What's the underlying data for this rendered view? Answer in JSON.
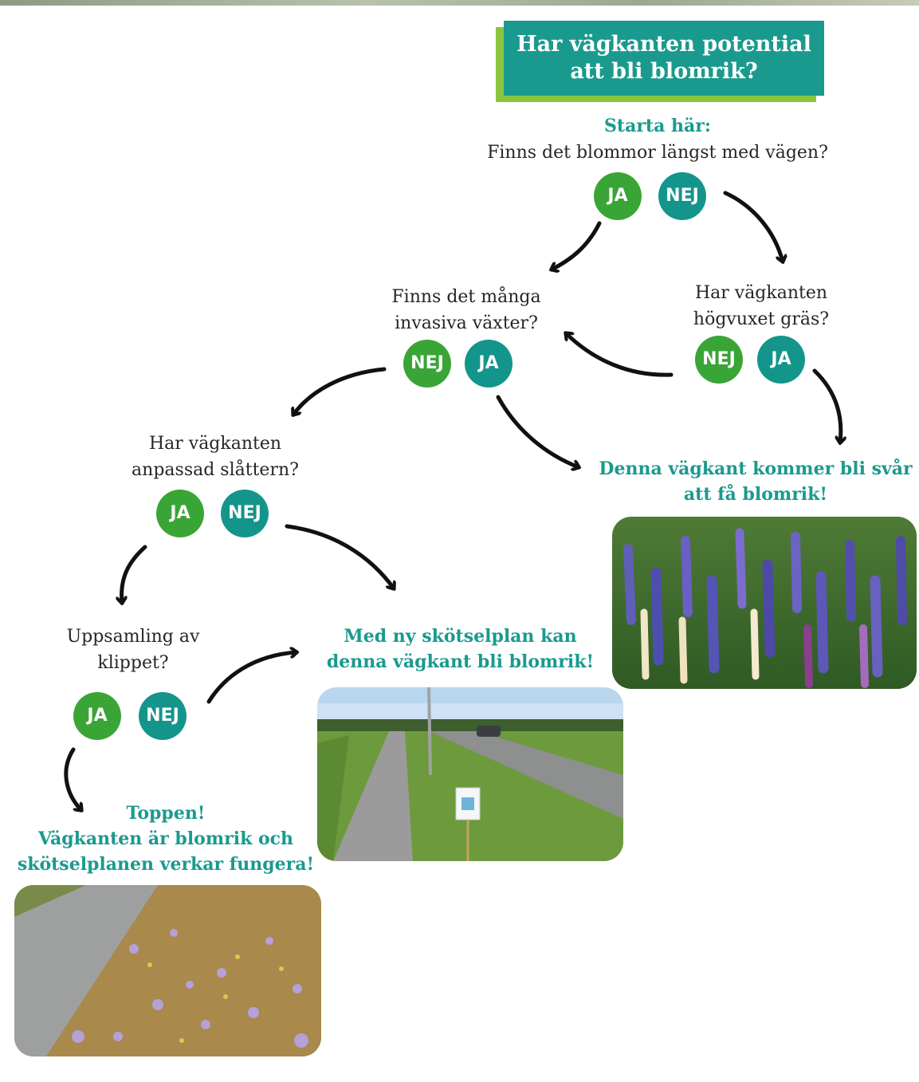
{
  "title": {
    "line1": "Har vägkanten potential",
    "line2": "att bli blomrik?"
  },
  "start": {
    "label": "Starta här:",
    "question": "Finns det blommor längst med vägen?",
    "yes": "JA",
    "no": "NEJ"
  },
  "invasive": {
    "line1": "Finns det många",
    "line2": "invasiva växter?",
    "no": "NEJ",
    "yes": "JA"
  },
  "tallgrass": {
    "line1": "Har vägkanten",
    "line2": "högvuxet gräs?",
    "no": "NEJ",
    "yes": "JA"
  },
  "mowing": {
    "line1": "Har vägkanten",
    "line2": "anpassad slåttern?",
    "yes": "JA",
    "no": "NEJ"
  },
  "collection": {
    "line1": "Uppsamling av",
    "line2": "klippet?",
    "yes": "JA",
    "no": "NEJ"
  },
  "results": {
    "hard": {
      "line1": "Denna vägkant kommer bli svår",
      "line2": "att få blomrik!"
    },
    "newplan": {
      "line1": "Med ny skötselplan kan",
      "line2": "denna vägkant bli blomrik!"
    },
    "great": {
      "line1": "Toppen!",
      "line2": "Vägkanten är blomrik och",
      "line3": "skötselplanen verkar fungera!"
    }
  },
  "colors": {
    "teal": "#1a9a8e",
    "green": "#3aa537",
    "title_shadow": "#8bc53f"
  }
}
